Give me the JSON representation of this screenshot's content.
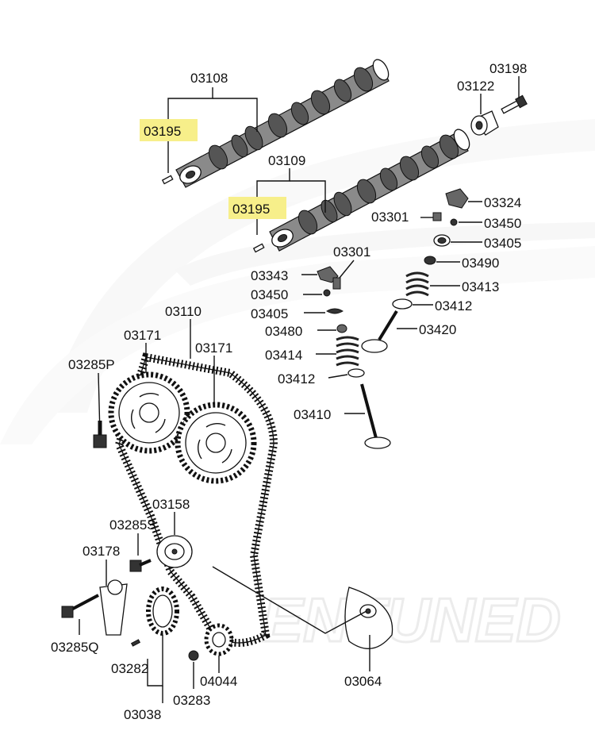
{
  "watermark": "ENTUNED",
  "highlight_color": "#f7ef8a",
  "labels": {
    "l03108": "03108",
    "l03195a": "03195",
    "l03109": "03109",
    "l03195b": "03195",
    "l03198": "03198",
    "l03122": "03122",
    "l03324": "03324",
    "l03301a": "03301",
    "l03450a": "03450",
    "l03405a": "03405",
    "l03490": "03490",
    "l03413": "03413",
    "l03412a": "03412",
    "l03420": "03420",
    "l03301b": "03301",
    "l03343": "03343",
    "l03450b": "03450",
    "l03405b": "03405",
    "l03480": "03480",
    "l03414": "03414",
    "l03412b": "03412",
    "l03410": "03410",
    "l03110": "03110",
    "l03171a": "03171",
    "l03171b": "03171",
    "l03285P": "03285P",
    "l03158": "03158",
    "l03285S": "03285S",
    "l03178": "03178",
    "l03285Q": "03285Q",
    "l03282": "03282",
    "l03038": "03038",
    "l04044": "04044",
    "l03283": "03283",
    "l03064": "03064"
  }
}
